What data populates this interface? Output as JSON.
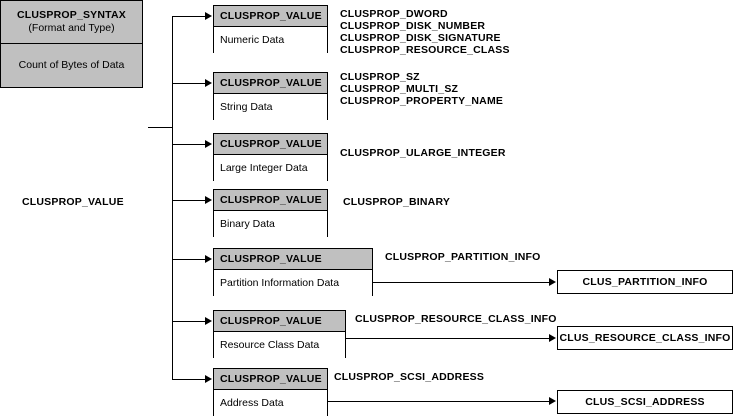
{
  "diagram": {
    "title": "CLUSPROP_VALUE structure diagram",
    "colors": {
      "header_fill": "#c0c0c0",
      "body_fill": "#ffffff",
      "stroke": "#000000"
    },
    "syntax_box": {
      "header_line1": "CLUSPROP_SYNTAX",
      "header_line2": "(Format and Type)",
      "body": "Count of Bytes of Data"
    },
    "root_label": "CLUSPROP_VALUE",
    "value_boxes": [
      {
        "header": "CLUSPROP_VALUE",
        "body": "Numeric Data"
      },
      {
        "header": "CLUSPROP_VALUE",
        "body": "String Data"
      },
      {
        "header": "CLUSPROP_VALUE",
        "body": "Large Integer Data"
      },
      {
        "header": "CLUSPROP_VALUE",
        "body": "Binary Data"
      },
      {
        "header": "CLUSPROP_VALUE",
        "body": "Partition Information Data"
      },
      {
        "header": "CLUSPROP_VALUE",
        "body": "Resource Class Data"
      },
      {
        "header": "CLUSPROP_VALUE",
        "body": "Address Data"
      }
    ],
    "syntax_groups": [
      {
        "lines": "CLUSPROP_DWORD\nCLUSPROP_DISK_NUMBER\nCLUSPROP_DISK_SIGNATURE\nCLUSPROP_RESOURCE_CLASS"
      },
      {
        "lines": "CLUSPROP_SZ\nCLUSPROP_MULTI_SZ\nCLUSPROP_PROPERTY_NAME"
      },
      {
        "lines": "CLUSPROP_ULARGE_INTEGER"
      },
      {
        "lines": "CLUSPROP_BINARY"
      },
      {
        "lines": "CLUSPROP_PARTITION_INFO"
      },
      {
        "lines": "CLUSPROP_RESOURCE_CLASS_INFO"
      },
      {
        "lines": "CLUSPROP_SCSI_ADDRESS"
      }
    ],
    "target_boxes": [
      {
        "label": "CLUS_PARTITION_INFO"
      },
      {
        "label": "CLUS_RESOURCE_CLASS_INFO"
      },
      {
        "label": "CLUS_SCSI_ADDRESS"
      }
    ]
  }
}
